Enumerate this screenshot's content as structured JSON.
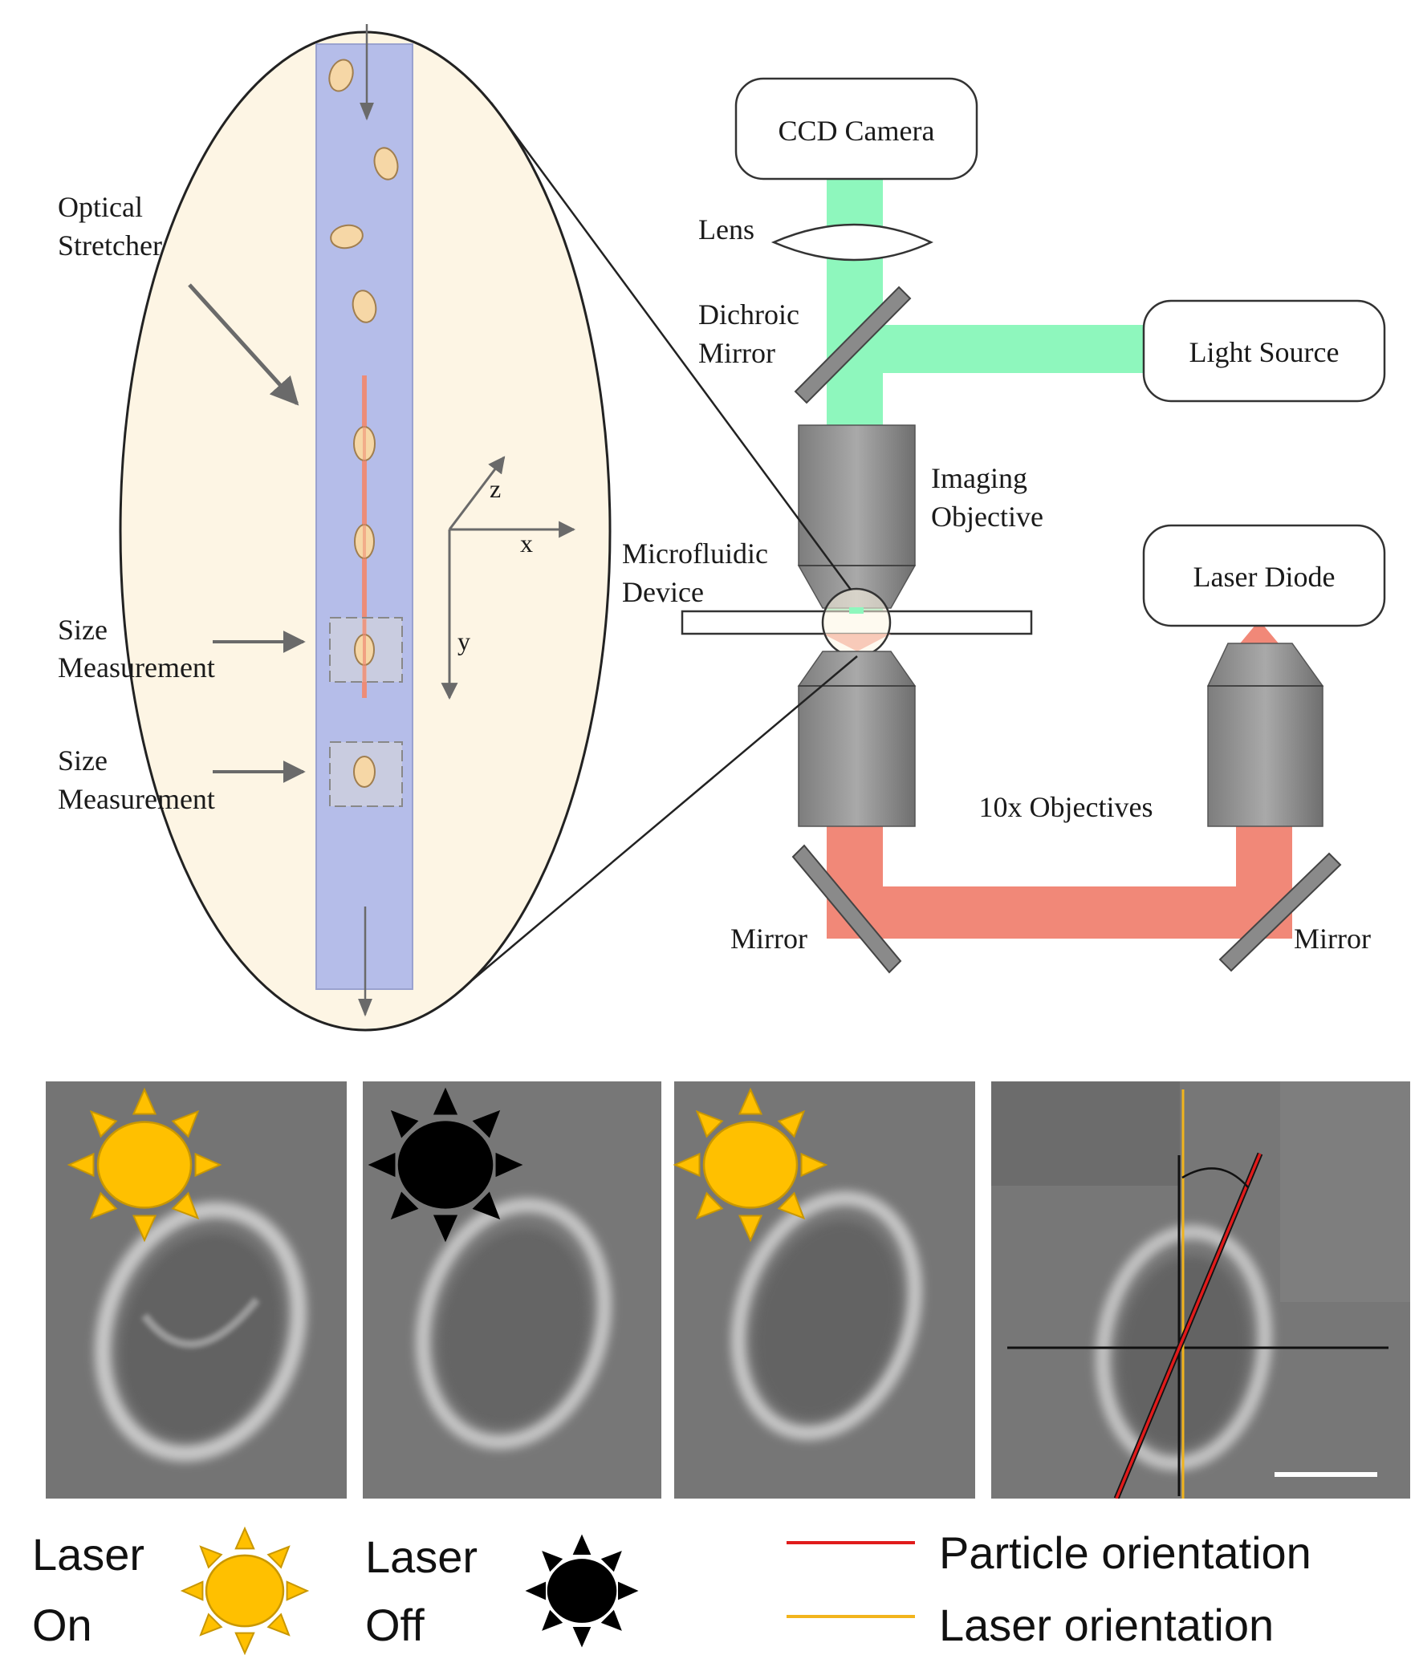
{
  "schematic": {
    "labels": {
      "optical_stretcher": [
        "Optical",
        "Stretcher"
      ],
      "size_measurement_1": [
        "Size",
        "Measurement"
      ],
      "size_measurement_2": [
        "Size",
        "Measurement"
      ],
      "axis_x": "x",
      "axis_y": "y",
      "axis_z": "z"
    },
    "optics": {
      "ccd_camera": "CCD Camera",
      "lens": "Lens",
      "dichroic_mirror": [
        "Dichroic",
        "Mirror"
      ],
      "light_source": "Light Source",
      "imaging_objective": [
        "Imaging",
        "Objective"
      ],
      "microfluidic_device": [
        "Microfluidic",
        "Device"
      ],
      "laser_diode": "Laser Diode",
      "objectives_10x": "10x Objectives",
      "mirror_left": "Mirror",
      "mirror_right": "Mirror"
    }
  },
  "panels": {
    "states": [
      "on",
      "off",
      "on",
      "analysis"
    ]
  },
  "legend": {
    "laser_on": [
      "Laser",
      "On"
    ],
    "laser_off": [
      "Laser",
      "Off"
    ],
    "particle_orientation": "Particle orientation",
    "laser_orientation": "Laser orientation"
  },
  "colors": {
    "ellipse_fill": "#fdf5e4",
    "channel": "#b5bde9",
    "cell": "#f6d7a6",
    "green_beam": "#8ef7bd",
    "red_beam": "#f18878",
    "objective_gray": "#8c8c8c",
    "sun_yellow": "#ffc000",
    "particle_line": "#e01b1b",
    "laser_line": "#f2b41c"
  }
}
